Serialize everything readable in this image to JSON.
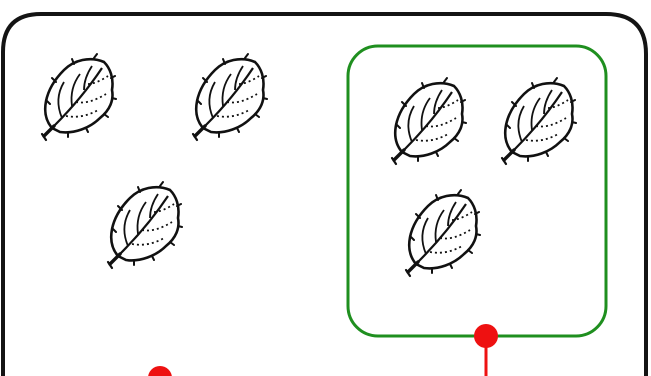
{
  "diagram": {
    "outer_box": {
      "leaf_count": 3
    },
    "inner_box": {
      "leaf_count": 3,
      "color": "#1f8f1f"
    },
    "leaf_icon": "leaf-icon",
    "connectors": [
      {
        "name": "outer-box-connector-dot",
        "color": "#ee1111"
      },
      {
        "name": "inner-box-connector-dot",
        "color": "#ee1111"
      }
    ]
  }
}
